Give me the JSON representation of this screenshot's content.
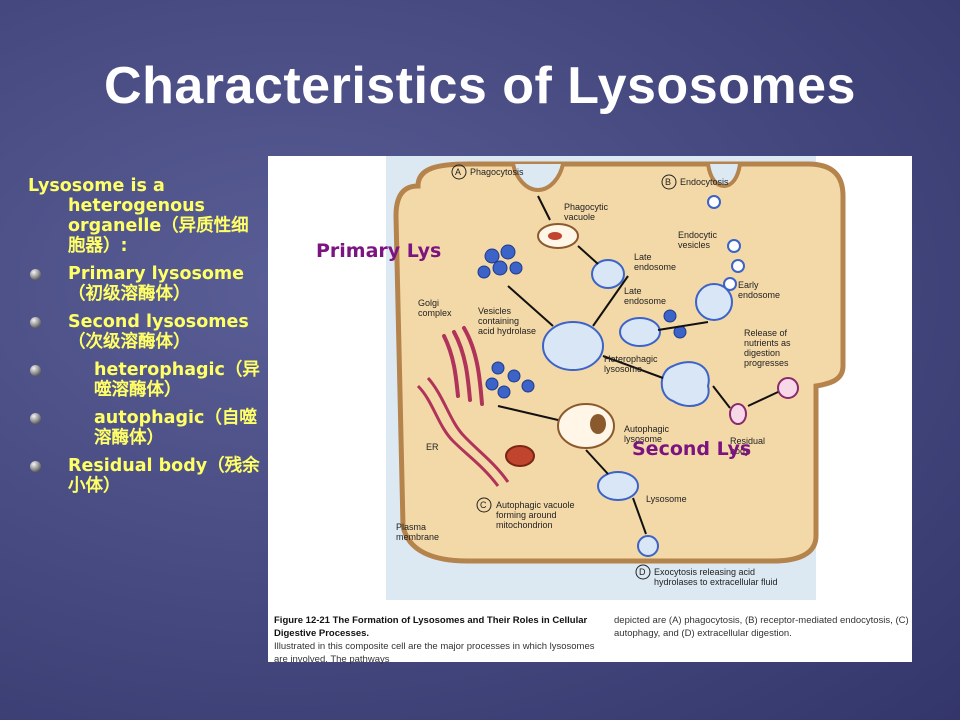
{
  "slide": {
    "title": "Characteristics of Lysosomes"
  },
  "bullets": {
    "intro": "Lysosome is a heterogenous organelle（异质性细胞器）:",
    "items": [
      "Primary lysosome（初级溶酶体）",
      "Second lysosomes（次级溶酶体）",
      "heterophagic（异噬溶酶体）",
      "autophagic（自噬溶酶体）",
      "Residual body（残余小体）"
    ]
  },
  "overlays": {
    "primary": "Primary Lys",
    "second": "Second Lys"
  },
  "figure": {
    "labels": {
      "a": "A",
      "phagocytosis": "Phagocytosis",
      "b": "B",
      "endocytosis": "Endocytosis",
      "phagocytic": "Phagocytic",
      "vacuole": "vacuole",
      "endocytic": "Endocytic",
      "vesicles": "vesicles",
      "late1": "Late",
      "endosome1": "endosome",
      "early": "Early",
      "endosome_early": "endosome",
      "late2": "Late",
      "endosome2": "endosome",
      "golgi1": "Golgi",
      "golgi2": "complex",
      "ves1": "Vesicles",
      "ves2": "containing",
      "ves3": "acid hydrolase",
      "release1": "Release of",
      "release2": "nutrients as",
      "release3": "digestion",
      "release4": "progresses",
      "hetero1": "Heterophagic",
      "hetero2": "lysosome",
      "er": "ER",
      "auto1": "Autophagic",
      "auto2": "lysosome",
      "residual1": "Residual",
      "residual2": "body",
      "c": "C",
      "autovac1": "Autophagic vacuole",
      "autovac2": "forming around",
      "autovac3": "mitochondrion",
      "lysosome": "Lysosome",
      "plasma1": "Plasma",
      "plasma2": "membrane",
      "d": "D",
      "exo1": "Exocytosis releasing acid",
      "exo2": "hydrolases to extracellular fluid"
    },
    "caption": {
      "fig_title": "Figure 12-21   The Formation of Lysosomes and Their Roles in Cellular Digestive Processes.",
      "left_text": "Illustrated in this composite cell are the major processes in which lysosomes are involved. The pathways",
      "right_text": "depicted are (A) phagocytosis, (B) receptor-mediated endocytosis, (C) autophagy, and (D) extracellular digestion."
    }
  },
  "colors": {
    "background": "#44487e",
    "title": "#ffffff",
    "bullet_text": "#ffff66",
    "overlay_label": "#7b1380",
    "cell_fill": "#f4d9a8",
    "cell_stroke": "#b5834c",
    "vesicle_fill": "#3b63c8"
  }
}
